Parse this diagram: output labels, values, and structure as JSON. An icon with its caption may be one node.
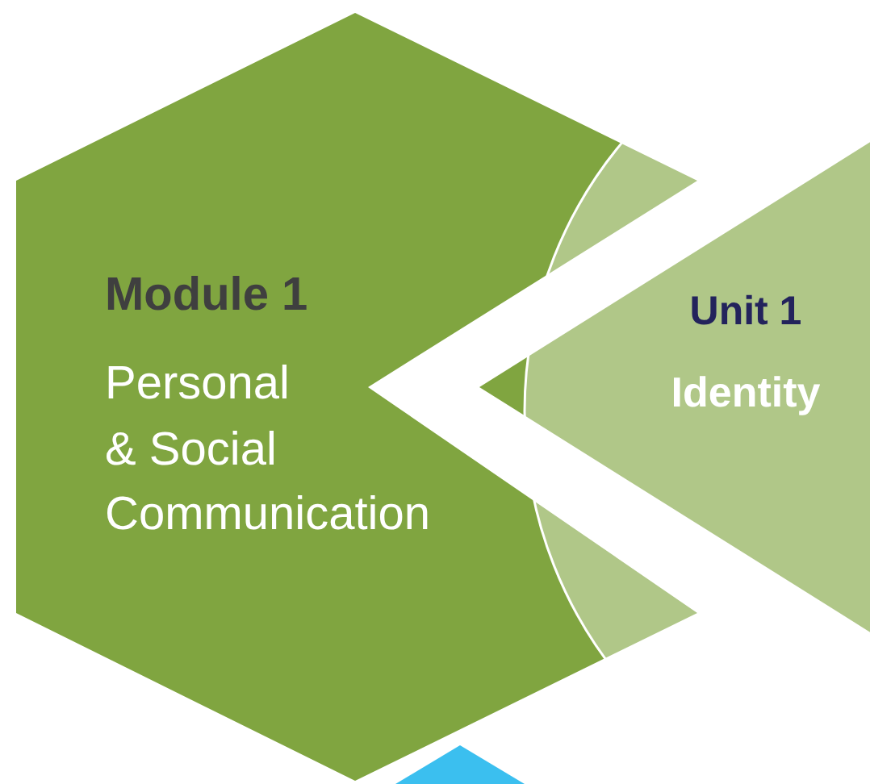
{
  "diagram": {
    "nodes": [
      {
        "text": [
          "Module 1",
          "Personal & Social Communication"
        ]
      },
      {
        "text": [
          "Unit 1",
          "Identity"
        ]
      },
      {
        "text": [],
        "shape": "hexagon"
      }
    ]
  }
}
